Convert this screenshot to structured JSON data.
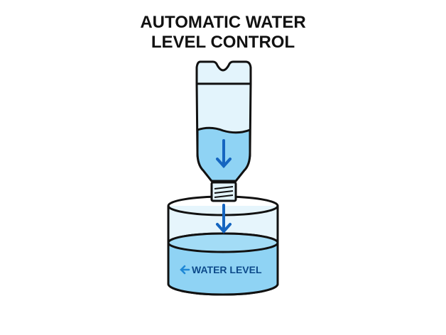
{
  "title": {
    "line1": "AUTOMATIC WATER",
    "line2": "LEVEL CONTROL"
  },
  "labels": {
    "water_level": "WATER LEVEL"
  },
  "colors": {
    "water": "#8fd3f4",
    "glass": "#e3f4fc",
    "arrow": "#1565c0",
    "outline": "#111111",
    "label": "#0d4a8a"
  }
}
